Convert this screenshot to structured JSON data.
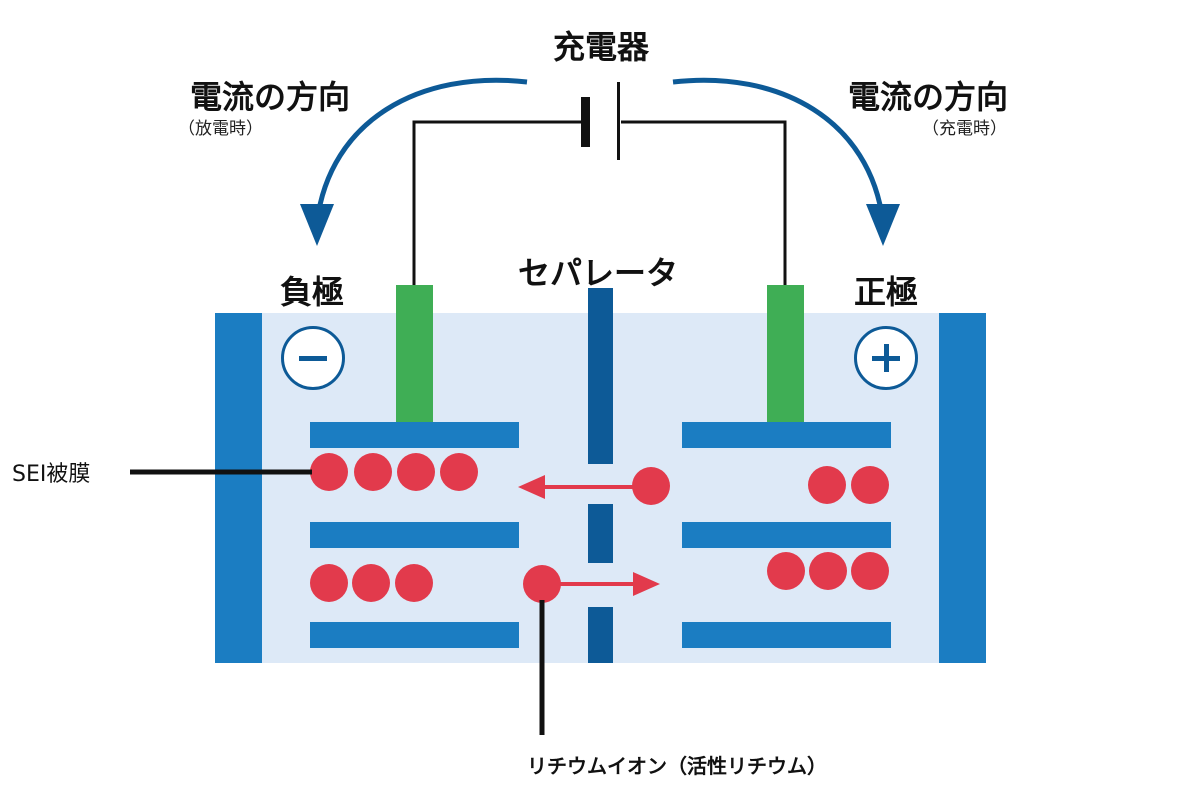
{
  "charger_label": "充電器",
  "current_left": {
    "title": "電流の方向",
    "note": "（放電時）"
  },
  "current_right": {
    "title": "電流の方向",
    "note": "（充電時）"
  },
  "negative_label": "負極",
  "positive_label": "正極",
  "separator_label": "セパレータ",
  "sei_label": "SEI被膜",
  "ion_label": "リチウムイオン（活性リチウム）",
  "negative_sign": "minus-icon",
  "positive_sign": "plus-icon",
  "colors": {
    "collector": "#1b7dc2",
    "electrolyte": "#dde9f7",
    "layer": "#1b7dc2",
    "separator": "#0d5a97",
    "tab": "#3fae55",
    "ion": "#e23a4c",
    "arrow_current": "#0d5a97",
    "wire": "#111111"
  }
}
